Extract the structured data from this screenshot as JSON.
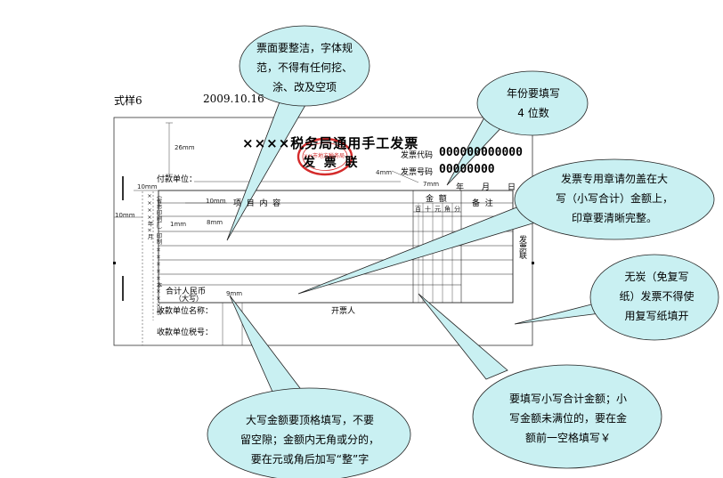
{
  "header": {
    "sample_label": "式样6",
    "date": "2009.10.16"
  },
  "invoice": {
    "title": "××××税务局通用手工发票",
    "subtitle": "发  票  联",
    "code_label": "发票代码",
    "code_value": "000000000000",
    "number_label": "发票号码",
    "number_value": "00000000",
    "payer_label": "付款单位：",
    "year": "年",
    "month": "月",
    "day": "日",
    "col_item": "项  目  内  容",
    "col_amount": "金  额",
    "col_note": "备  注",
    "digits": [
      "百",
      "十",
      "元",
      "角",
      "分"
    ],
    "total_label": "合计人民币",
    "total_sub": "（大写）",
    "payee_name_label": "收款单位名称：",
    "drawer_label": "开票人",
    "payee_tax_label": "收款单位税号：",
    "side_label": "发票联",
    "vertical_note": "（省市印刷厂）印制 ×××××本×××份 ××××年×月",
    "seal_text": "××市地方税务局",
    "dims": {
      "d26mm": "26mm",
      "d10mm_a": "10mm",
      "d10mm_b": "10mm",
      "d10mm_c": "10mm",
      "d1mm": "1mm",
      "d8mm": "8mm",
      "d9mm": "9mm",
      "d7mm": "7mm",
      "d4mm": "4mm"
    }
  },
  "callouts": {
    "c1": [
      "票面要整洁，字体规",
      "范，不得有任何挖、",
      "涂、改及空项"
    ],
    "c2": [
      "年份要填写",
      "4 位数"
    ],
    "c3": [
      "发票专用章请勿盖在大",
      "写（小写合计）金额上，",
      "印章要清晰完整。"
    ],
    "c4": [
      "无炭（免复写",
      "纸）发票不得使",
      "用复写纸填开"
    ],
    "c5": [
      "要填写小写合计金额；小",
      "写金额未满位的，要在金",
      "额前一空格填写￥"
    ],
    "c6": [
      "大写金额要顶格填写，不要",
      "留空隙；金额内无角或分的，",
      "要在元或角后加写“整”字"
    ]
  },
  "colors": {
    "bubble_fill": "#c9f0f2",
    "seal_red": "#d42a2a"
  }
}
